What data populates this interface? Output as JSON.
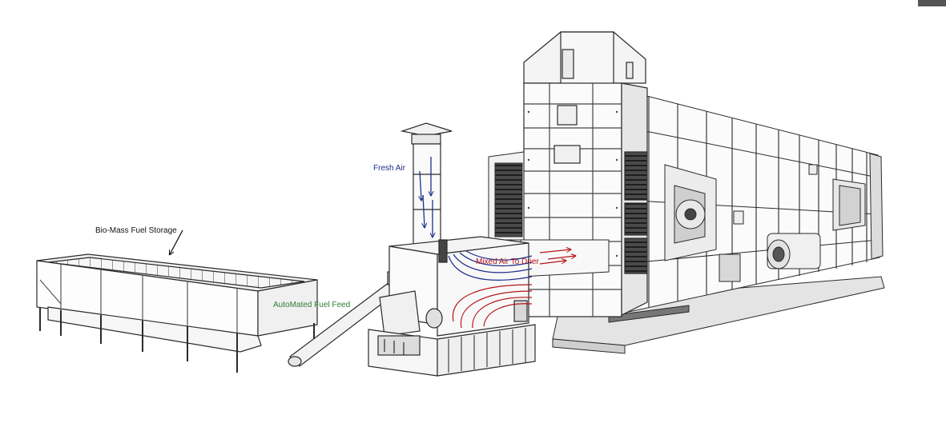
{
  "labels": {
    "storage": "Bio-Mass Fuel Storage",
    "feed": "AutoMated Fuel Feed",
    "fresh_air": "Fresh Air",
    "mixed_air": "Mixed Air To Drier"
  },
  "colors": {
    "storage_label": "#111111",
    "feed_label": "#2e7d32",
    "fresh_air": "#1f2f8a",
    "mixed_air": "#b3141a",
    "line": "#2a2a2a",
    "panel_dark": "#3a3a3a",
    "corner_box": "#555555"
  }
}
